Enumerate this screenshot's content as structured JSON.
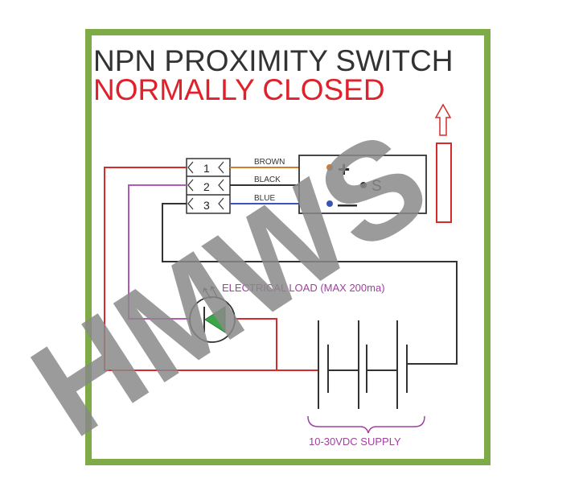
{
  "diagram": {
    "title": "NPN PROXIMITY SWITCH",
    "subtitle": "NORMALLY CLOSED",
    "terminals": [
      "1",
      "2",
      "3"
    ],
    "wires": {
      "brown": "BROWN",
      "black": "BLACK",
      "blue": "BLUE"
    },
    "sensor": {
      "plus": "+",
      "signal": "S",
      "minus": "—"
    },
    "load_label": "ELECTRICAL LOAD (MAX 200ma)",
    "supply_label": "10-30VDC SUPPLY",
    "watermark": "HMWS"
  },
  "colors": {
    "border": "#7eaa48",
    "title": "#333333",
    "subtitle": "#e0202a",
    "red_wire": "#d62b2b",
    "purple_wire": "#b359b8",
    "brown_wire": "#d77a2a",
    "blue_wire": "#3a55b5",
    "black_wire": "#333333",
    "load_green": "#3aa648",
    "load_label": "#a040a0",
    "watermark": "#8a8a8a"
  },
  "icons": [
    "led-load-icon",
    "battery-icon",
    "sensor-target-arrow-icon"
  ]
}
